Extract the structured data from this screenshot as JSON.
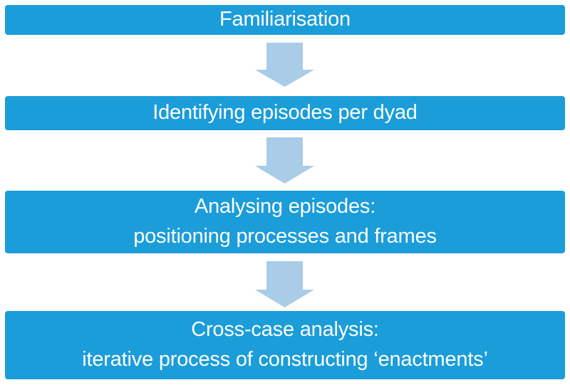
{
  "diagram": {
    "title": "Data analysis process flowchart",
    "background_color": "#ffffff",
    "box_color": "#1b9dd9",
    "arrow_color": "#a9cce7",
    "text_color": "#ffffff",
    "steps": [
      {
        "id": "familiarisation",
        "lines": [
          "Familiarisation"
        ],
        "line1": "Familiarisation",
        "line2": ""
      },
      {
        "id": "identifying-episodes",
        "lines": [
          "Identifying episodes per dyad"
        ],
        "line1": "Identifying episodes per dyad",
        "line2": ""
      },
      {
        "id": "analysing-episodes",
        "lines": [
          "Analysing episodes:",
          "positioning processes and frames"
        ],
        "line1": "Analysing episodes:",
        "line2": "positioning processes and frames"
      },
      {
        "id": "cross-case-analysis",
        "lines": [
          "Cross-case analysis:",
          "iterative process of constructing ‘enactments’"
        ],
        "line1": "Cross-case analysis:",
        "line2": "iterative process of constructing ‘enactments’"
      }
    ],
    "connectors": [
      {
        "id": "arrow-1",
        "icon": "arrow-down-icon",
        "from": "familiarisation",
        "to": "identifying-episodes"
      },
      {
        "id": "arrow-2",
        "icon": "arrow-down-icon",
        "from": "identifying-episodes",
        "to": "analysing-episodes"
      },
      {
        "id": "arrow-3",
        "icon": "arrow-down-icon",
        "from": "analysing-episodes",
        "to": "cross-case-analysis"
      }
    ]
  }
}
